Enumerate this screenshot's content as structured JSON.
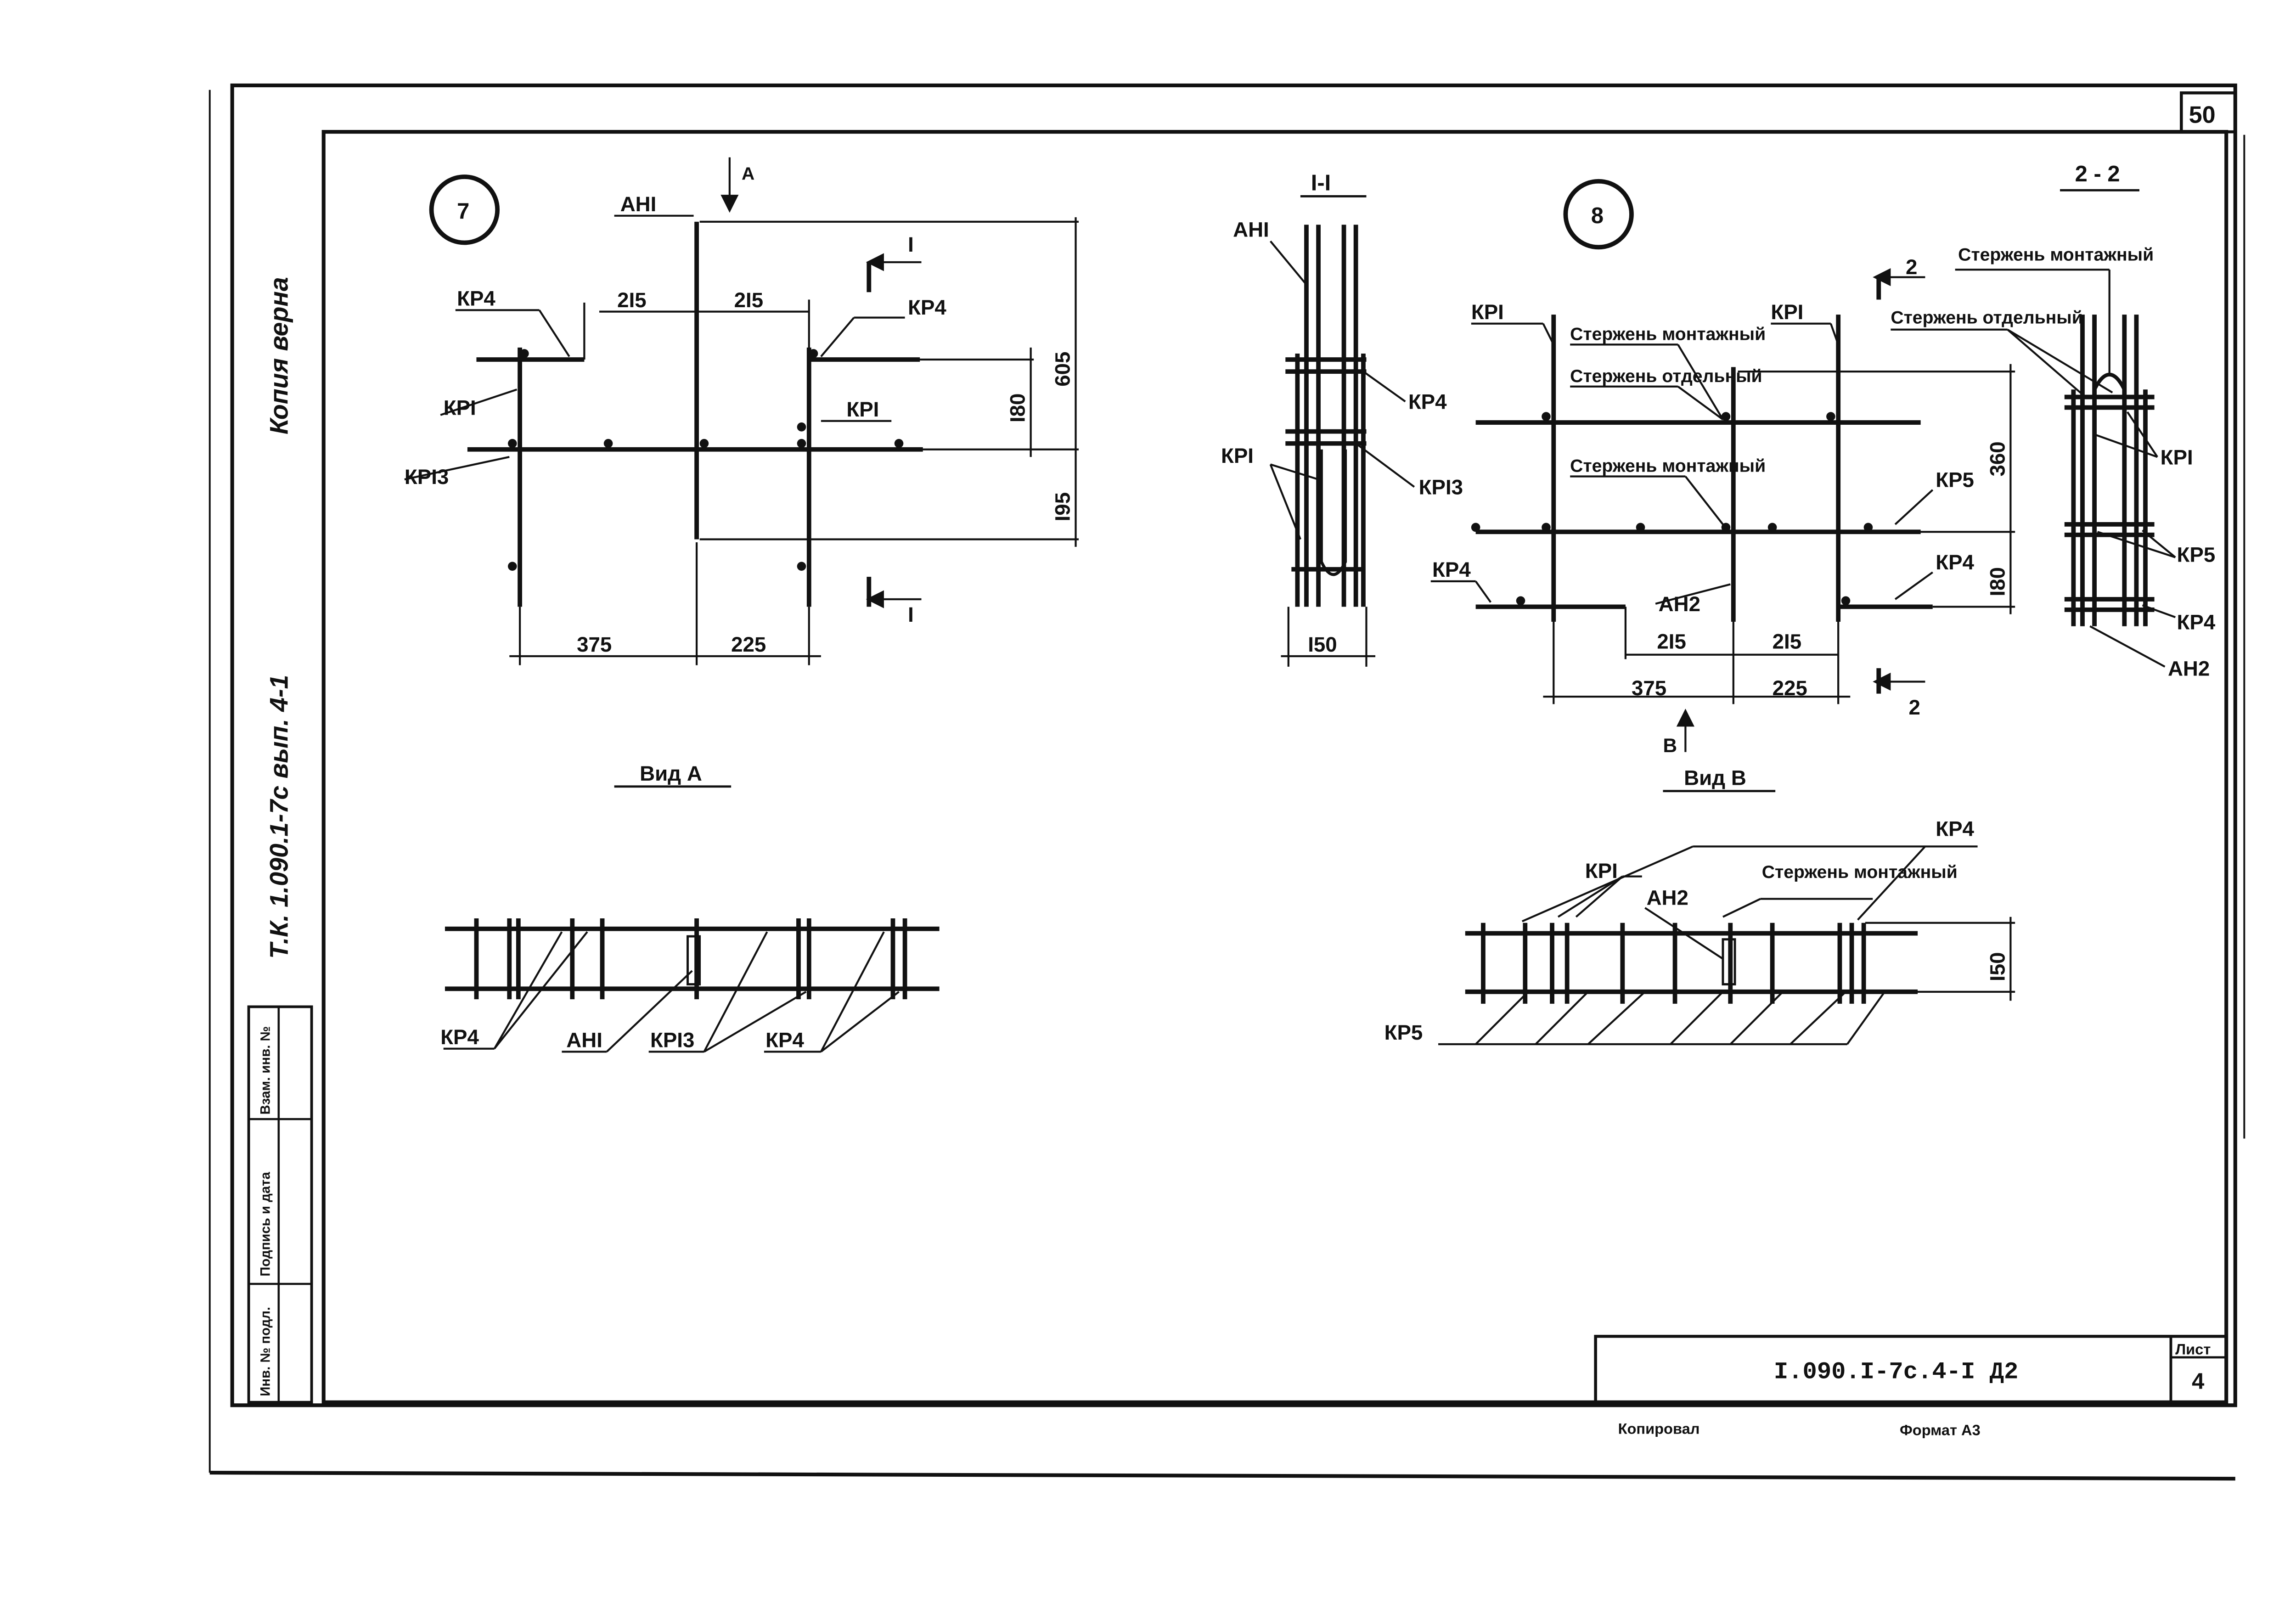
{
  "sheet": {
    "page_number": "50",
    "doc_code": "I.090.I-7c.4-I Д2",
    "list_label": "Лист",
    "list_number": "4",
    "copied": "Копировал",
    "format": "Формат А3",
    "side_note": "Т.К. 1.090.1-7с вып. 4-1",
    "copy_note": "Копия верна",
    "stamp_labels": [
      "Инв. № подл.",
      "Подпись и дата",
      "Взам. инв. №"
    ]
  },
  "node7": {
    "number": "7",
    "labels": {
      "ahi": "АНI",
      "kp4_left": "КР4",
      "kp4_right": "КР4",
      "kp1_left": "КРI",
      "kp1_right": "КРI",
      "kp13": "КРI3",
      "arrow_a": "А",
      "sec_top": "I",
      "sec_bottom": "I"
    },
    "dims": {
      "d215a": "2I5",
      "d215b": "2I5",
      "d605": "605",
      "d180": "I80",
      "d195": "I95",
      "d375": "375",
      "d225": "225"
    }
  },
  "section11": {
    "title": "I-I",
    "labels": {
      "ahi": "АНI",
      "kp4": "КР4",
      "kp1": "КРI",
      "kp13": "КРI3"
    },
    "dims": {
      "d150": "I50"
    }
  },
  "node8": {
    "number": "8",
    "labels": {
      "kp1_left": "КРI",
      "kp1_right": "КРI",
      "rod_mount1": "Стержень монтажный",
      "rod_sep1": "Стержень отдельный",
      "rod_mount2": "Стержень монтажный",
      "kp5": "КР5",
      "kp4_left": "КР4",
      "kp4_right": "КР4",
      "ah2": "АН2",
      "sec2_top": "2",
      "sec2_bottom": "2",
      "arrow_b": "В"
    },
    "dims": {
      "d360": "360",
      "d180": "I80",
      "d215a": "2I5",
      "d215b": "2I5",
      "d375": "375",
      "d225": "225"
    }
  },
  "section22": {
    "title": "2 - 2",
    "labels": {
      "rod_mount": "Стержень монтажный",
      "rod_sep": "Стержень отдельный",
      "kp1": "КРI",
      "kp5": "КР5",
      "kp4": "КР4",
      "ah2": "АН2"
    }
  },
  "viewA": {
    "title": "Вид А",
    "labels": {
      "kp4_left": "КР4",
      "ahi": "АНI",
      "kp13": "КРI3",
      "kp4_right": "КР4"
    }
  },
  "viewB": {
    "title": "Вид В",
    "labels": {
      "kp1": "КРI",
      "ah2": "АН2",
      "rod_mount": "Стержень монтажный",
      "kp4": "КР4",
      "kp5": "КР5"
    },
    "dims": {
      "d150": "I50"
    }
  }
}
